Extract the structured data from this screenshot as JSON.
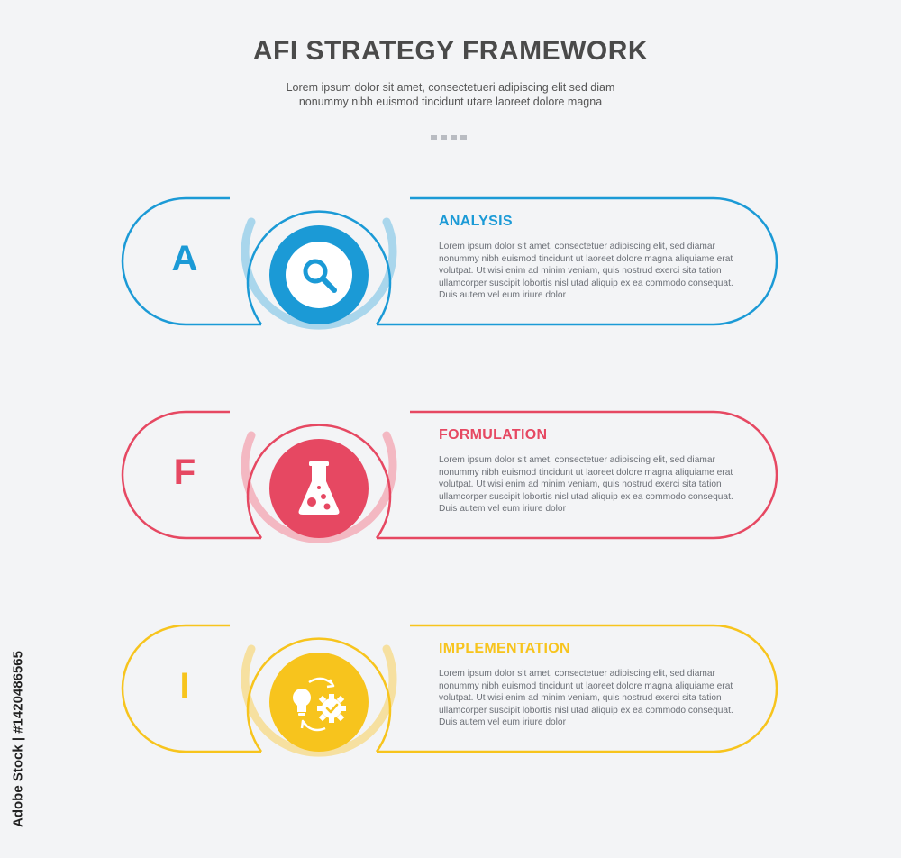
{
  "header": {
    "title": "AFI STRATEGY FRAMEWORK",
    "subtitle": "Lorem ipsum dolor sit amet, consectetueri adipiscing elit sed diam nonummy nibh euismod tincidunt utare laoreet dolore magna"
  },
  "steps": [
    {
      "letter": "A",
      "title": "ANALYSIS",
      "color": "#1b9ad6",
      "light": "#a9d6ec",
      "icon": "magnifier-icon",
      "description": "Lorem ipsum dolor sit amet, consectetuer adipiscing elit, sed diamar nonummy nibh euismod tincidunt ut laoreet dolore magna aliquiame erat volutpat. Ut wisi enim ad minim veniam, quis nostrud exerci sita tation ullamcorper suscipit lobortis nisl utad aliquip ex ea commodo consequat. Duis autem vel eum iriure dolor"
    },
    {
      "letter": "F",
      "title": "FORMULATION",
      "color": "#e64862",
      "light": "#f3b8c2",
      "icon": "flask-icon",
      "description": "Lorem ipsum dolor sit amet, consectetuer adipiscing elit, sed diamar nonummy nibh euismod tincidunt ut laoreet dolore magna aliquiame erat volutpat. Ut wisi enim ad minim veniam, quis nostrud exerci sita tation ullamcorper suscipit lobortis nisl utad aliquip ex ea commodo consequat. Duis autem vel eum iriure dolor"
    },
    {
      "letter": "I",
      "title": "IMPLEMENTATION",
      "color": "#f7c41d",
      "light": "#f6e0a0",
      "icon": "idea-to-action-icon",
      "description": "Lorem ipsum dolor sit amet, consectetuer adipiscing elit, sed diamar nonummy nibh euismod tincidunt ut laoreet dolore magna aliquiame erat volutpat. Ut wisi enim ad minim veniam, quis nostrud exerci sita tation ullamcorper suscipit lobortis nisl utad aliquip ex ea commodo consequat. Duis autem vel eum iriure dolor"
    }
  ],
  "credit": "Adobe Stock | #1420486565"
}
